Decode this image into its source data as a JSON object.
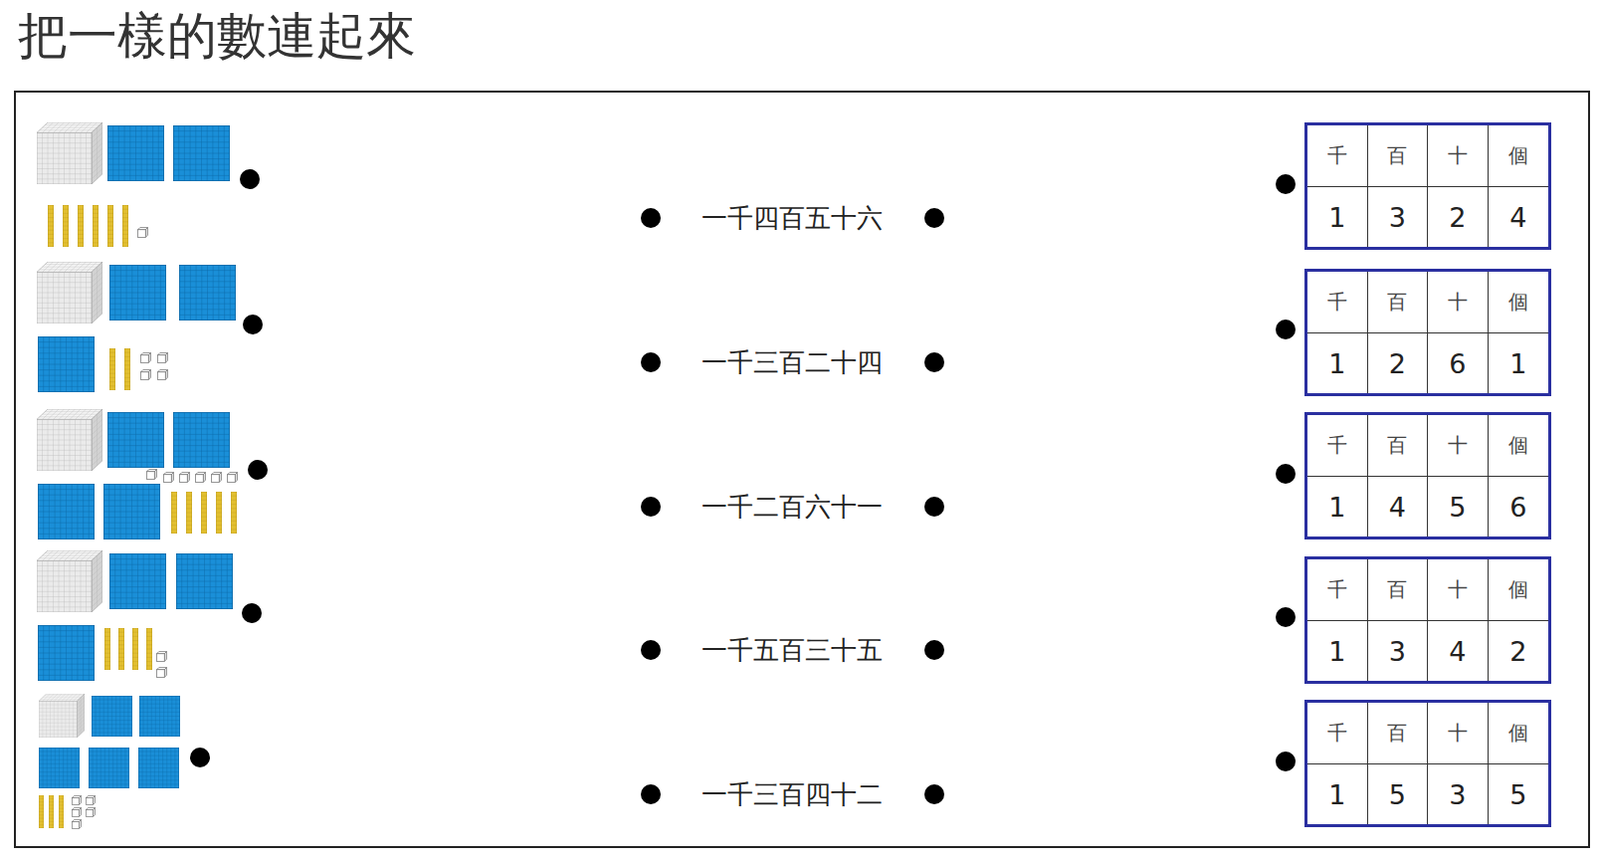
{
  "diagram": {
    "title": "把一樣的數連起來",
    "nodes": [
      {
        "text": [
          "千",
          "百",
          "十",
          "個",
          "1",
          "3",
          "2",
          "4"
        ]
      },
      {
        "text": [
          "千",
          "百",
          "十",
          "個",
          "1",
          "2",
          "6",
          "1"
        ]
      },
      {
        "text": [
          "千",
          "百",
          "十",
          "個",
          "1",
          "4",
          "5",
          "6"
        ]
      },
      {
        "text": [
          "千",
          "百",
          "十",
          "個",
          "1",
          "3",
          "4",
          "2"
        ]
      },
      {
        "text": [
          "千",
          "百",
          "十",
          "個",
          "1",
          "5",
          "3",
          "5"
        ]
      }
    ],
    "labels": [
      "一千四百五十六",
      "一千三百二十四",
      "一千二百六十一",
      "一千五百三十五",
      "一千三百四十二"
    ]
  }
}
